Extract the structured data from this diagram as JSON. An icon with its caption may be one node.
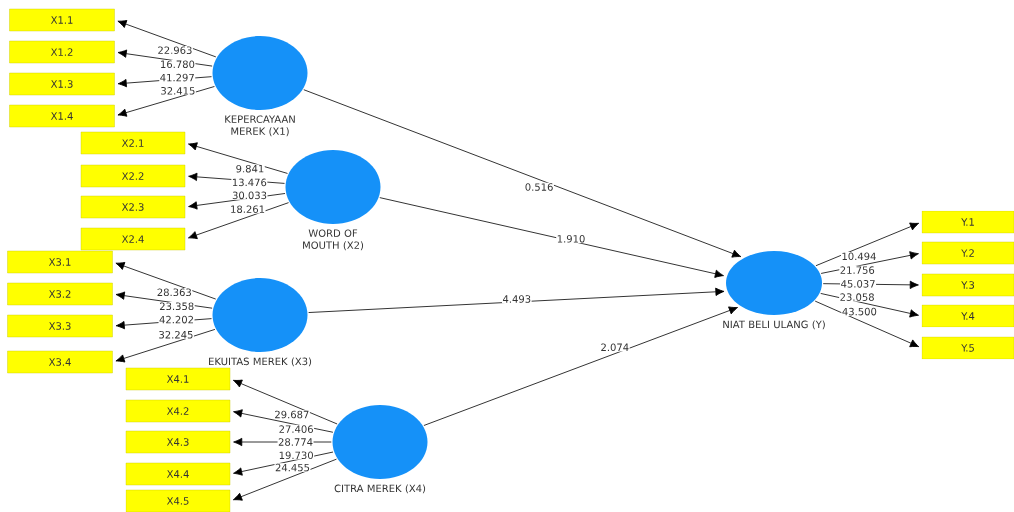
{
  "diagram": {
    "nodes": [
      {
        "text": [],
        "shape": "circle",
        "beside": [
          "KEPERCAYAAN MEREK (X1)"
        ]
      },
      {
        "text": [
          "X1.1"
        ]
      },
      {
        "text": [
          "X1.2"
        ]
      },
      {
        "text": [
          "X1.3"
        ]
      },
      {
        "text": [
          "X1.4"
        ]
      },
      {
        "text": [],
        "shape": "circle",
        "beside": [
          "WORD OF MOUTH (X2)"
        ]
      },
      {
        "text": [
          "X2.1"
        ]
      },
      {
        "text": [
          "X2.2"
        ]
      },
      {
        "text": [
          "X2.3"
        ]
      },
      {
        "text": [
          "X2.4"
        ]
      },
      {
        "text": [],
        "shape": "circle",
        "beside": [
          "EKUITAS MEREK (X3)"
        ]
      },
      {
        "text": [
          "X3.1"
        ]
      },
      {
        "text": [
          "X3.2"
        ]
      },
      {
        "text": [
          "X3.3"
        ]
      },
      {
        "text": [
          "X3.4"
        ]
      },
      {
        "text": [],
        "shape": "circle",
        "beside": [
          "CITRA MEREK (X4)"
        ]
      },
      {
        "text": [
          "X4.1"
        ]
      },
      {
        "text": [
          "X4.2"
        ]
      },
      {
        "text": [
          "X4.3"
        ]
      },
      {
        "text": [
          "X4.4"
        ]
      },
      {
        "text": [
          "X4.5"
        ]
      },
      {
        "text": [],
        "shape": "circle",
        "beside": [
          "NIAT BELI ULANG (Y)"
        ]
      },
      {
        "text": [
          "Y.1"
        ]
      },
      {
        "text": [
          "Y.2"
        ]
      },
      {
        "text": [
          "Y.3"
        ]
      },
      {
        "text": [
          "Y.4"
        ]
      },
      {
        "text": [
          "Y.5"
        ]
      }
    ],
    "edges": [
      {
        "from": 0,
        "to": 1,
        "arrow": "to",
        "label": "22.963"
      },
      {
        "from": 0,
        "to": 2,
        "arrow": "to",
        "label": "16.780"
      },
      {
        "from": 0,
        "to": 3,
        "arrow": "to",
        "label": "41.297"
      },
      {
        "from": 0,
        "to": 4,
        "arrow": "to",
        "label": "32.415"
      },
      {
        "from": 5,
        "to": 6,
        "arrow": "to",
        "label": "9.841"
      },
      {
        "from": 5,
        "to": 7,
        "arrow": "to",
        "label": "13.476"
      },
      {
        "from": 5,
        "to": 8,
        "arrow": "to",
        "label": "30.033"
      },
      {
        "from": 5,
        "to": 9,
        "arrow": "to",
        "label": "18.261"
      },
      {
        "from": 10,
        "to": 11,
        "arrow": "to",
        "label": "28.363"
      },
      {
        "from": 10,
        "to": 12,
        "arrow": "to",
        "label": "23.358"
      },
      {
        "from": 10,
        "to": 13,
        "arrow": "to",
        "label": "42.202"
      },
      {
        "from": 10,
        "to": 14,
        "arrow": "to",
        "label": "32.245"
      },
      {
        "from": 15,
        "to": 16,
        "arrow": "to",
        "label": "29.687"
      },
      {
        "from": 15,
        "to": 17,
        "arrow": "to",
        "label": "27.406"
      },
      {
        "from": 15,
        "to": 18,
        "arrow": "to",
        "label": "28.774"
      },
      {
        "from": 15,
        "to": 19,
        "arrow": "to",
        "label": "19.730"
      },
      {
        "from": 15,
        "to": 20,
        "arrow": "to",
        "label": "24.455"
      },
      {
        "from": 21,
        "to": 22,
        "arrow": "to",
        "label": "10.494"
      },
      {
        "from": 21,
        "to": 23,
        "arrow": "to",
        "label": "21.756"
      },
      {
        "from": 21,
        "to": 24,
        "arrow": "to",
        "label": "45.037"
      },
      {
        "from": 21,
        "to": 25,
        "arrow": "to",
        "label": "23.058"
      },
      {
        "from": 21,
        "to": 26,
        "arrow": "to",
        "label": "43.500"
      },
      {
        "from": 0,
        "to": 21,
        "arrow": "to",
        "label": "0.516"
      },
      {
        "from": 5,
        "to": 21,
        "arrow": "to",
        "label": "1.910"
      },
      {
        "from": 10,
        "to": 21,
        "arrow": "to",
        "label": "4.493"
      },
      {
        "from": 15,
        "to": 21,
        "arrow": "to",
        "label": "2.074"
      }
    ]
  }
}
